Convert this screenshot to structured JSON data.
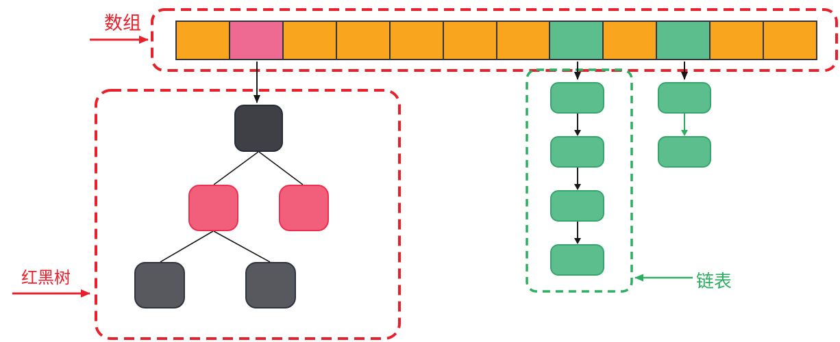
{
  "labels": {
    "array": "数组",
    "red_black_tree": "红黑树",
    "linked_list": "链表"
  },
  "colors": {
    "red_accent": "#e8202c",
    "green_accent": "#2bae60",
    "line_dark": "#33343d",
    "arrow_black": "#161616",
    "cell_orange": "#f9a51e",
    "cell_pink": "#ee6a93",
    "cell_green": "#5cbe8c",
    "node_green_fill": "#5cbe8c",
    "node_green_border": "#36a46d",
    "tree_black_fill": "#3e4045",
    "tree_black_border": "#262b3b",
    "tree_leaf_fill": "#58595e",
    "tree_leaf_border": "#2e3340",
    "tree_red_fill": "#f25f7b",
    "tree_red_border": "#ee2d50"
  },
  "array": {
    "cell_count": 12,
    "cells": [
      "orange",
      "pink",
      "orange",
      "orange",
      "orange",
      "orange",
      "orange",
      "green",
      "orange",
      "green",
      "orange",
      "orange"
    ]
  },
  "tree": {
    "nodes": [
      {
        "id": "root",
        "color": "black"
      },
      {
        "id": "left-child",
        "color": "red"
      },
      {
        "id": "right-child",
        "color": "red"
      },
      {
        "id": "left-left-leaf",
        "color": "black"
      },
      {
        "id": "left-right-leaf",
        "color": "black"
      }
    ]
  },
  "linked_lists": [
    {
      "id": "boxed-bucket-list",
      "length": 4,
      "arrow_color": "black"
    },
    {
      "id": "right-bucket-list",
      "length": 2,
      "arrow_color": "green"
    }
  ]
}
